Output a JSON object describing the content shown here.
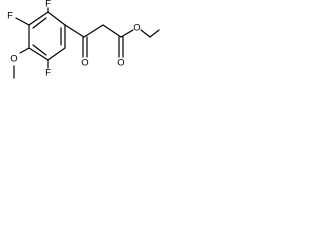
{
  "atoms": {
    "f_top": "F",
    "f_left": "F",
    "o_methoxy": "O",
    "f_bottom": "F",
    "o_ketone": "O",
    "o_ester_carbonyl": "O",
    "o_ester_link": "O"
  }
}
